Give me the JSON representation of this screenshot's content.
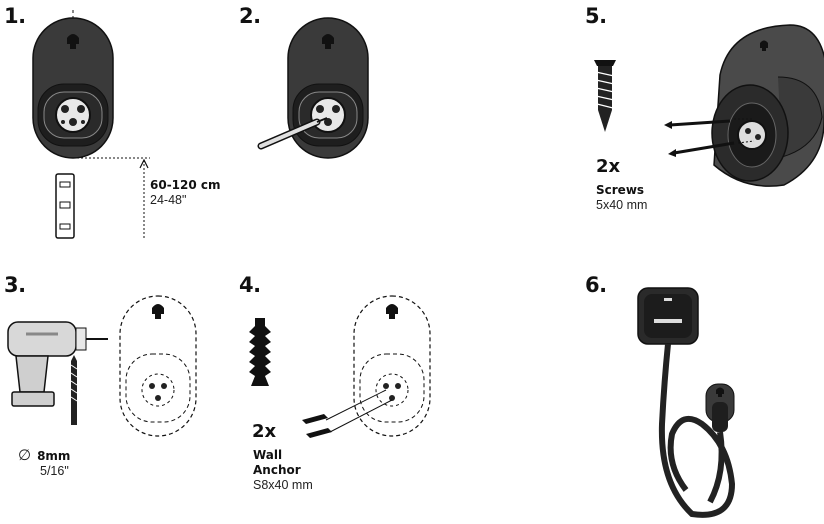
{
  "steps": [
    {
      "num": "1."
    },
    {
      "num": "2."
    },
    {
      "num": "3."
    },
    {
      "num": "4."
    },
    {
      "num": "5."
    },
    {
      "num": "6."
    }
  ],
  "step1": {
    "height_metric": "60-120 cm",
    "height_imperial": "24-48\""
  },
  "step3": {
    "diameter_symbol": "∅",
    "diameter_metric": "8mm",
    "diameter_imperial": "5/16\""
  },
  "step4": {
    "qty": "2x",
    "item_line1": "Wall",
    "item_line2": "Anchor",
    "size": "S8x40 mm"
  },
  "step5": {
    "qty": "2x",
    "item": "Screws",
    "size": "5x40 mm"
  },
  "colors": {
    "device_body": "#3a3a3a",
    "device_dark": "#1e1e1e",
    "ink": "#111111"
  },
  "icons": [
    "wall-mount-icon",
    "screwdriver-icon",
    "drill-icon",
    "drill-bit-icon",
    "level-icon",
    "wall-anchor-icon",
    "screw-icon",
    "charger-icon"
  ]
}
